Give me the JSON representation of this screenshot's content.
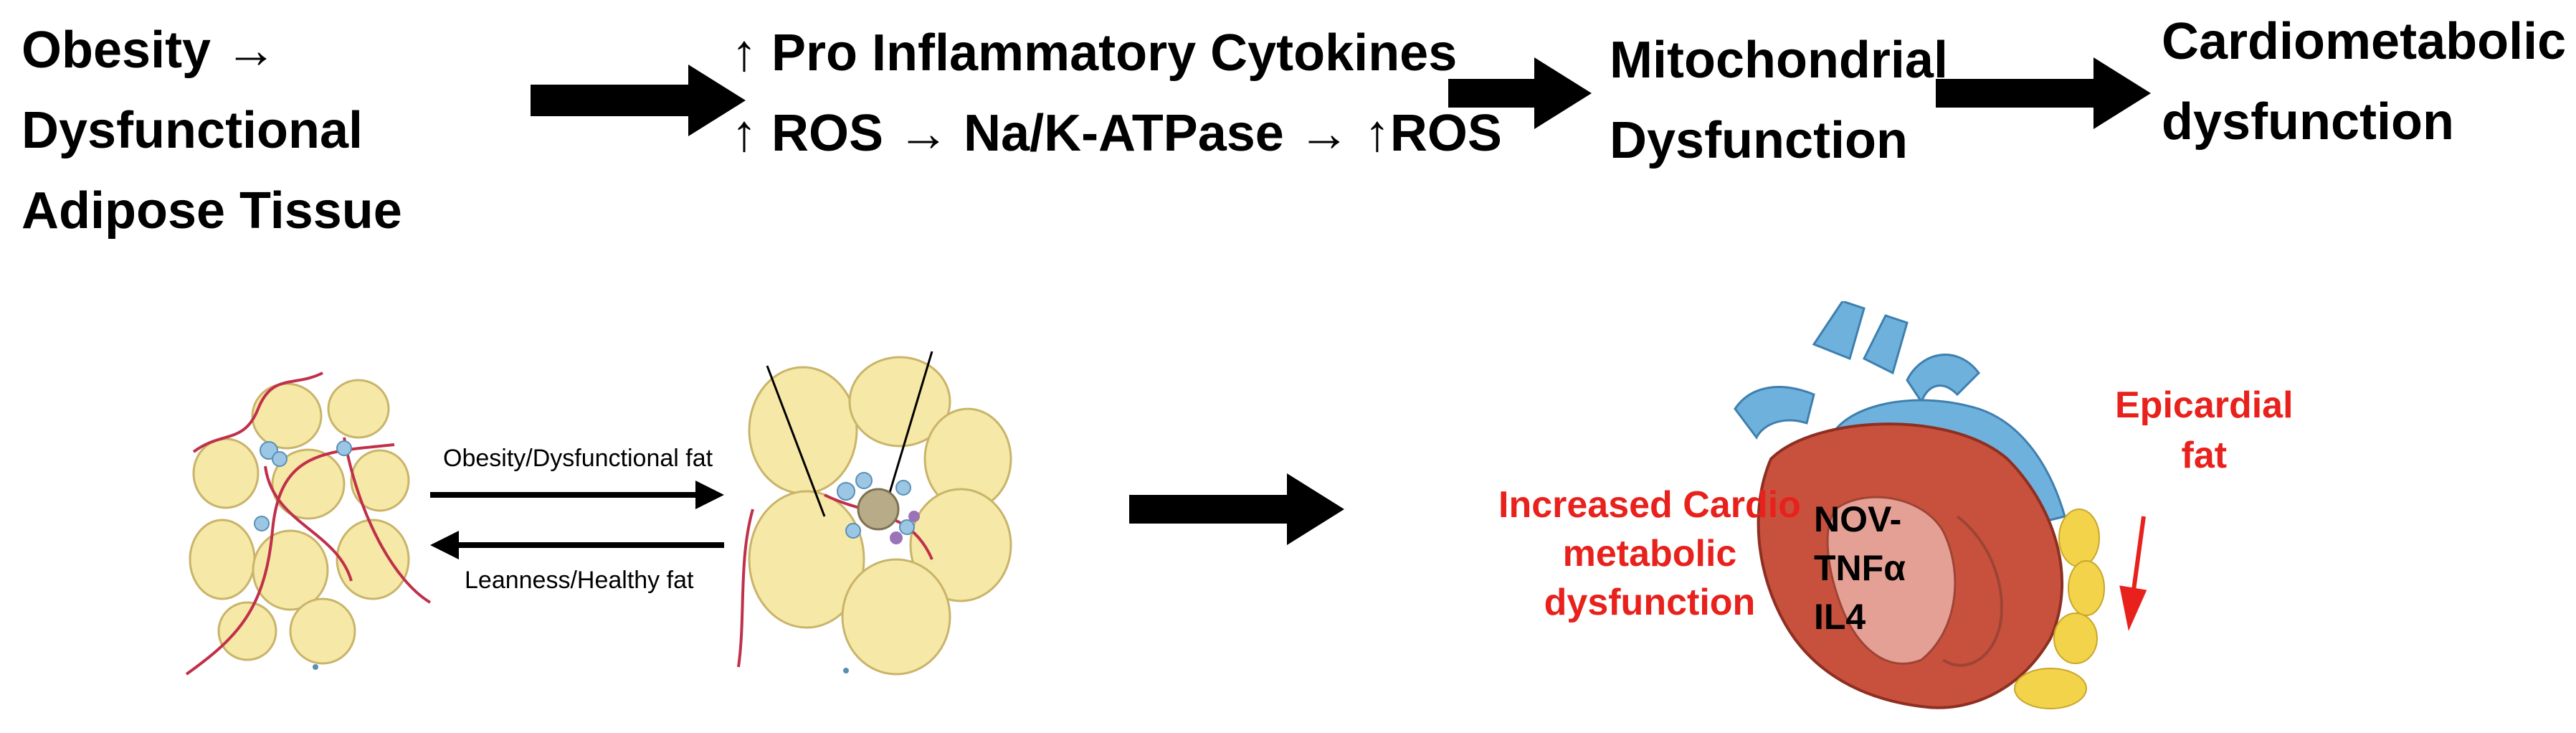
{
  "flow": {
    "step1": [
      "Obesity →",
      "Dysfunctional",
      "Adipose Tissue"
    ],
    "step2": [
      "↑ Pro Inflammatory Cytokines",
      "↑ ROS → Na/K-ATPase → ↑ROS"
    ],
    "step3": [
      "Mitochondrial",
      "Dysfunction"
    ],
    "step4": [
      "Cardiometabolic",
      "dysfunction"
    ]
  },
  "adipose_panel": {
    "arrow_right_label": "Obesity/Dysfunctional fat",
    "arrow_left_label": "Leanness/Healthy fat"
  },
  "heart_panel": {
    "left_label": [
      "Increased Cardio",
      "metabolic",
      "dysfunction"
    ],
    "inner_label": [
      "NOV-",
      "TNFα",
      "IL4"
    ],
    "right_label": [
      "Epicardial",
      "fat"
    ]
  },
  "colors": {
    "arrow": "#000000",
    "fat_cell": "#f6e8a6",
    "fat_cell_border": "#c9b46a",
    "vessel": "#c0304a",
    "red_text": "#e8211c",
    "heart": "#c8513d",
    "aorta_blue": "#6fb1dd",
    "epicardial_fat": "#f2d34a"
  }
}
